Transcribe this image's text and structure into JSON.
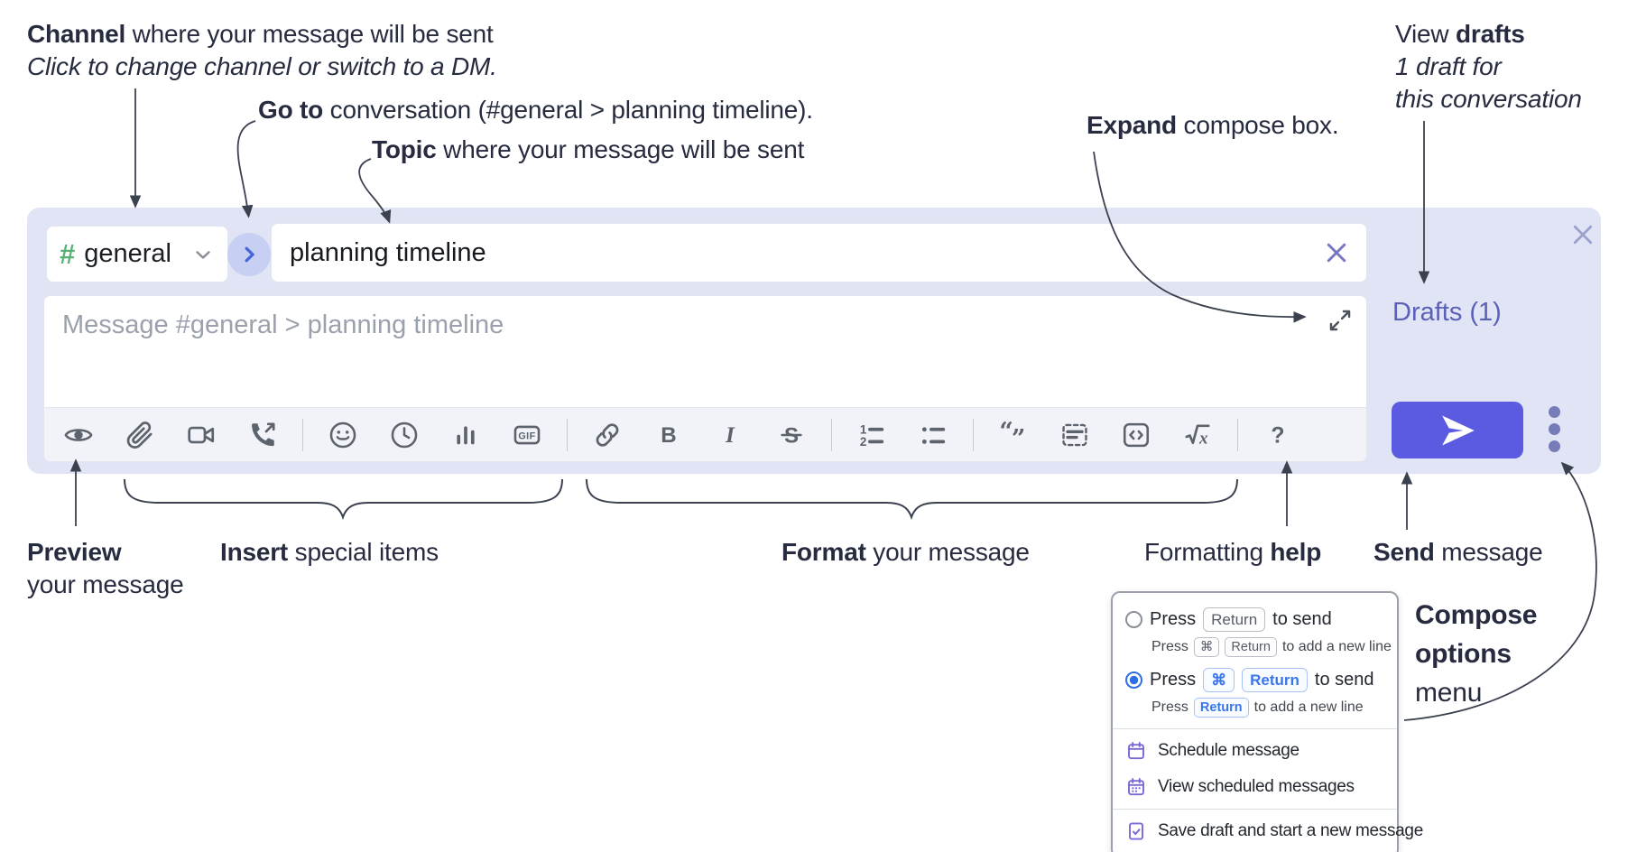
{
  "theme": {
    "composer_bg": "#e0e4f4",
    "hash_green": "#57b274",
    "go_circle_bg": "#c7cff2",
    "go_chevron_blue": "#4565d9",
    "drafts_link_color": "#5a61b9",
    "send_button_bg": "#5a5be0",
    "overflow_dots": "#767cb8",
    "accent_blue": "#2f6ce6",
    "key_blue": "#3b76e9",
    "menu_icon_purple": "#7a68d9",
    "annotation_text": "#262b3f",
    "connector": "#3b414f"
  },
  "annotations": {
    "channel": {
      "bold": "Channel",
      "rest": " where your message will be sent",
      "line2": "Click to change channel or switch to a DM."
    },
    "goto": {
      "bold": "Go to",
      "rest": " conversation (#general > planning timeline)."
    },
    "topic": {
      "bold": "Topic",
      "rest": " where your message will be sent"
    },
    "expand": {
      "bold": "Expand",
      "rest": " compose box."
    },
    "view_drafts": {
      "line1_pre": "View ",
      "line1_bold": "drafts",
      "line2": "1 draft for",
      "line3": "this conversation"
    },
    "preview": {
      "bold": "Preview",
      "line2": "your message"
    },
    "insert": {
      "bold": "Insert",
      "rest": " special items"
    },
    "format": {
      "bold": "Format",
      "rest": " your message"
    },
    "formatting_help": {
      "pre": "Formatting ",
      "bold": "help"
    },
    "send": {
      "bold": "Send",
      "rest": " message"
    },
    "compose_options": {
      "line1": "Compose",
      "line2": "options",
      "line3": "menu"
    }
  },
  "composer": {
    "channel_hash": "#",
    "channel_name": "general",
    "topic_value": "planning timeline",
    "message_placeholder": "Message #general > planning timeline",
    "drafts_link": "Drafts (1)",
    "gif_label": "GIF",
    "toolbar": [
      "preview",
      "attach-file",
      "video-call",
      "audio-call",
      "|",
      "emoji",
      "time",
      "poll",
      "gif",
      "|",
      "link",
      "bold",
      "italic",
      "strikethrough",
      "|",
      "numbered-list",
      "bulleted-list",
      "|",
      "quote",
      "spoiler",
      "code",
      "math",
      "|",
      "help"
    ]
  },
  "popup": {
    "send_options": [
      {
        "selected": false,
        "main": [
          {
            "t": "Press "
          },
          {
            "k": "Return"
          },
          {
            "t": " to send"
          }
        ],
        "sub": [
          {
            "t": "Press "
          },
          {
            "k": "⌘"
          },
          {
            "k": "Return"
          },
          {
            "t": " to add a new line"
          }
        ]
      },
      {
        "selected": true,
        "main": [
          {
            "t": "Press "
          },
          {
            "k": "⌘"
          },
          {
            "k": "Return"
          },
          {
            "t": " to send"
          }
        ],
        "sub": [
          {
            "t": "Press "
          },
          {
            "k": "Return"
          },
          {
            "t": " to add a new line"
          }
        ]
      }
    ],
    "menu_items": [
      {
        "icon": "calendar",
        "label": "Schedule message"
      },
      {
        "icon": "calendar-grid",
        "label": "View scheduled messages"
      },
      {
        "icon": "save-draft",
        "label": "Save draft and start a new message",
        "new_group": true
      }
    ]
  }
}
